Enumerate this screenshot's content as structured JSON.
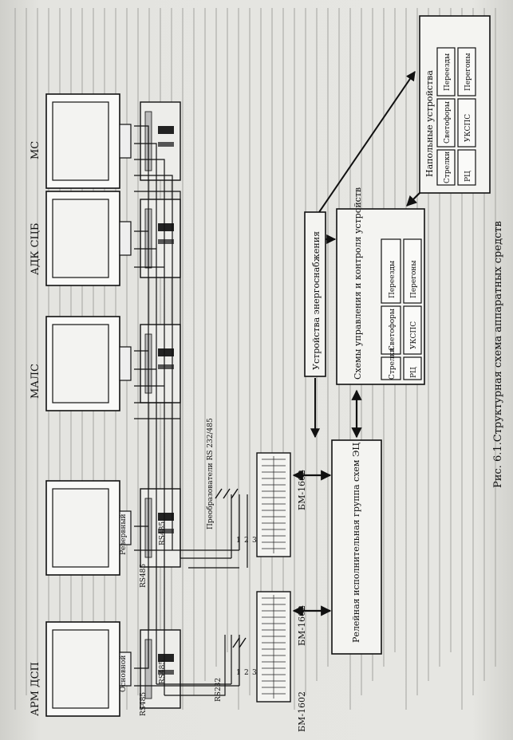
{
  "workstations": [
    {
      "id": "ws-arm-dsp",
      "label": "АРМ ДСП"
    },
    {
      "id": "ws-reserve",
      "label": ""
    },
    {
      "id": "ws-mals",
      "label": "МАЛС"
    },
    {
      "id": "ws-adk",
      "label": "АДК СЦБ"
    },
    {
      "id": "ws-ms",
      "label": "МС"
    }
  ],
  "link_labels": {
    "main": "Основной",
    "reserve": "Резервный",
    "rs485": "RS485",
    "rs232": "RS232",
    "converters": "Преобразователи RS 232/485"
  },
  "ports": {
    "p1": "1",
    "p2": "2",
    "p3": "3",
    "p4": "1",
    "p5": "2",
    "p6": "3"
  },
  "bm_units": {
    "left": "БМ-1602",
    "right": "БМ-1602"
  },
  "relay_group": "Релейная исполнительная группа схем ЭЦ",
  "power_supply": "Устройства энергоснабжения",
  "control_block": {
    "title": "Схемы управления и контроля устройств",
    "items": {
      "rc": "РЦ",
      "strelki": "Стрелки",
      "ukspc": "УКСПС",
      "svetofory": "Светофоры",
      "peregony": "Перегоны",
      "pereezdy": "Переезды"
    }
  },
  "field_block": {
    "title": "Напольные устройства",
    "items": {
      "rc": "РЦ",
      "strelki": "Стрелки",
      "ukspc": "УКСПС",
      "svetofory": "Светофоры",
      "peregony": "Перегоны",
      "pereezdy": "Переезды"
    }
  },
  "caption": "Рис. 6.1.Структурная схема аппаратных средств"
}
